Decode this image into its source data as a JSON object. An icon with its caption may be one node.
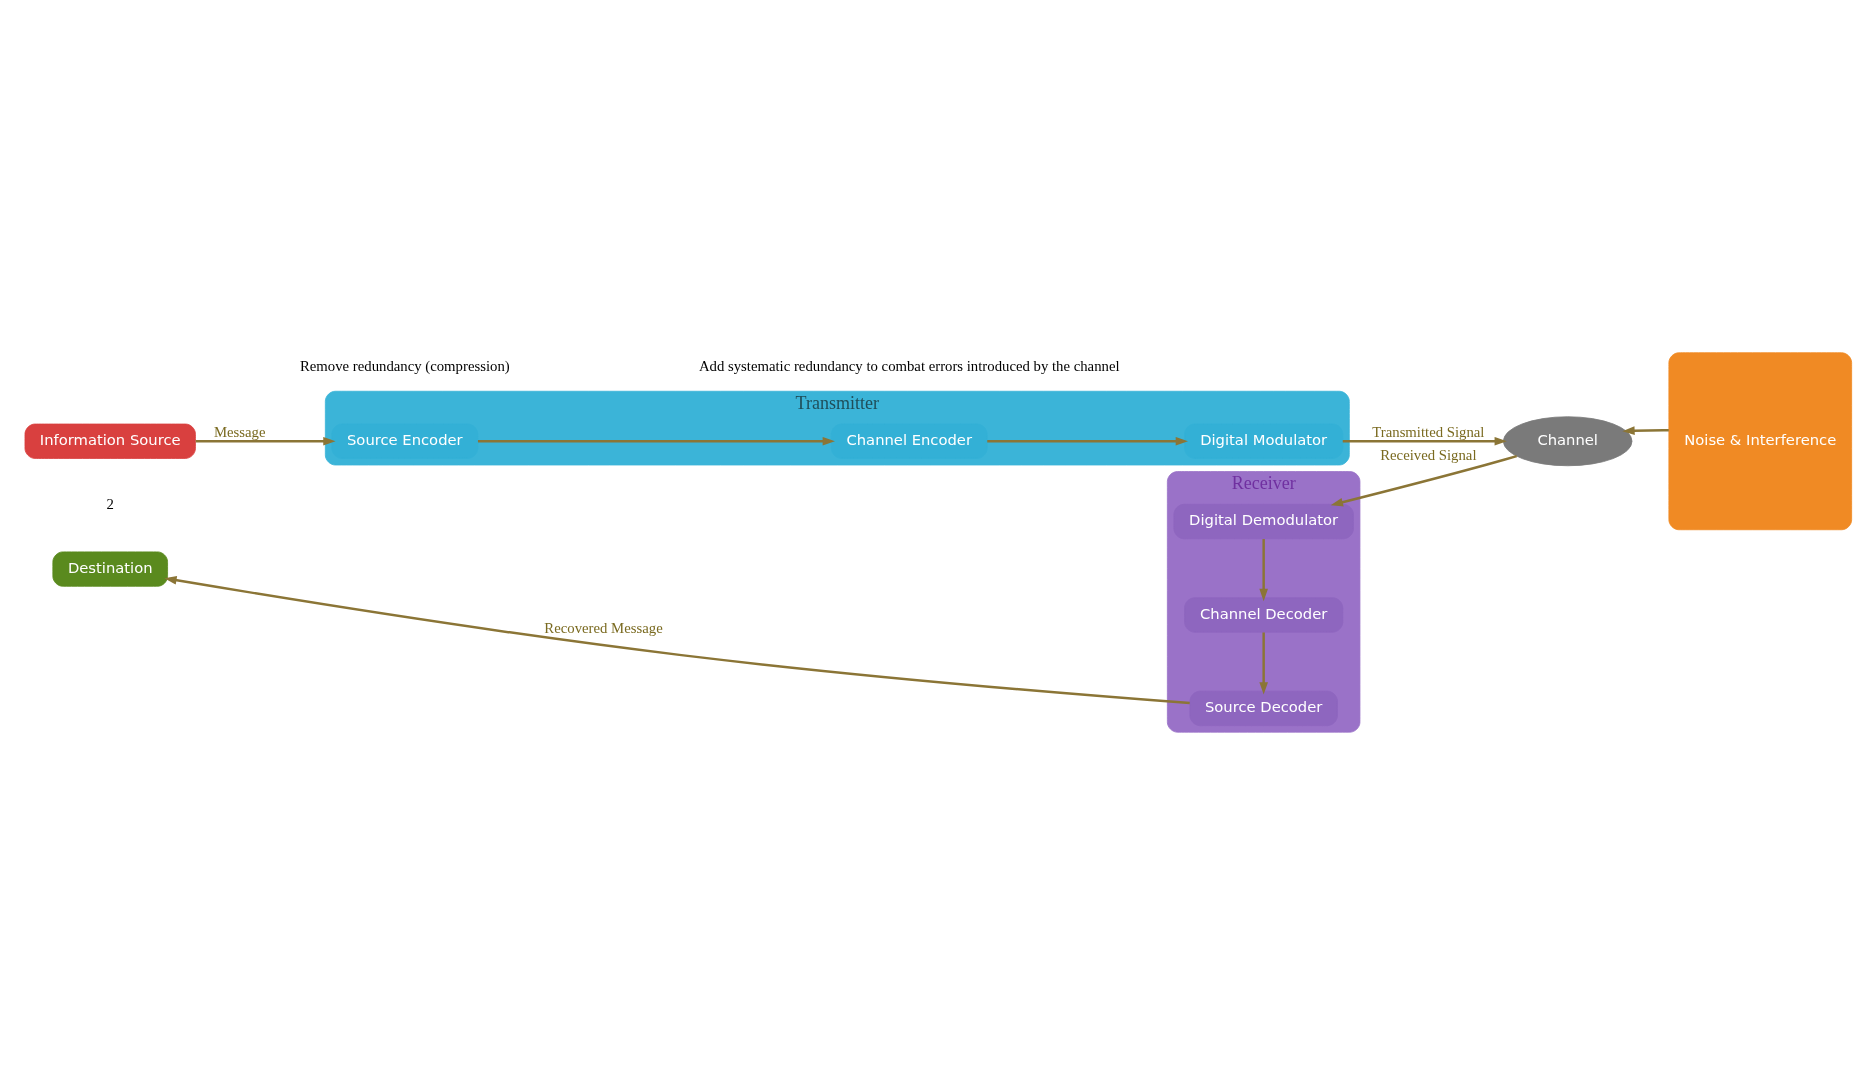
{
  "diagram": {
    "nodes": [
      {
        "text": [
          "Information Source"
        ]
      },
      {
        "text": [
          "Transmitter"
        ]
      },
      {
        "text": [
          "Source Encoder"
        ],
        "in": 1
      },
      {
        "text": [
          "Channel Encoder"
        ],
        "in": 1
      },
      {
        "text": [
          "Digital Modulator"
        ],
        "in": 1
      },
      {
        "text": [
          "Channel"
        ]
      },
      {
        "text": [
          "Noise & Interference"
        ]
      },
      {
        "text": [
          "Receiver"
        ]
      },
      {
        "text": [
          "Digital Demodulator"
        ],
        "in": 7
      },
      {
        "text": [
          "Channel Decoder"
        ],
        "in": 7
      },
      {
        "text": [
          "Source Decoder"
        ],
        "in": 7
      },
      {
        "text": [
          "Destination"
        ]
      }
    ],
    "edges": [
      {
        "from": 0,
        "to": 2,
        "arrow": "to",
        "label": "Message"
      },
      {
        "from": 2,
        "to": 3,
        "arrow": "to"
      },
      {
        "from": 3,
        "to": 4,
        "arrow": "to"
      },
      {
        "from": 4,
        "to": 5,
        "arrow": "to",
        "label": "Transmitted Signal"
      },
      {
        "from": 6,
        "to": 5,
        "arrow": "to"
      },
      {
        "from": 5,
        "to": 8,
        "arrow": "to",
        "label": "Received Signal"
      },
      {
        "from": 8,
        "to": 9,
        "arrow": "to"
      },
      {
        "from": 9,
        "to": 10,
        "arrow": "to"
      },
      {
        "from": 10,
        "to": 11,
        "arrow": "to",
        "label": "Recovered Message"
      }
    ],
    "labels": [
      "Remove redundancy (compression)",
      "Add systematic redundancy to combat errors introduced by the channel",
      "2"
    ]
  }
}
